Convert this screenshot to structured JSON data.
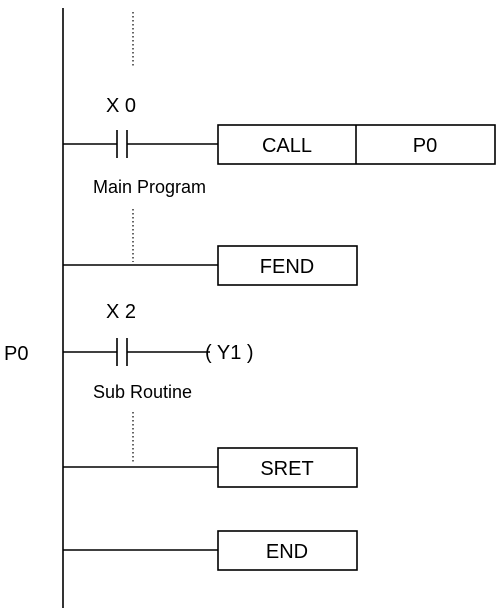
{
  "rungs": {
    "call": {
      "contact_label": "X 0",
      "instruction": "CALL",
      "operand": "P0",
      "caption": "Main Program"
    },
    "fend": {
      "instruction": "FEND"
    },
    "sub": {
      "pointer": "P0",
      "contact_label": "X 2",
      "coil": "( Y1 )",
      "caption": "Sub Routine"
    },
    "sret": {
      "instruction": "SRET"
    },
    "end": {
      "instruction": "END"
    }
  }
}
